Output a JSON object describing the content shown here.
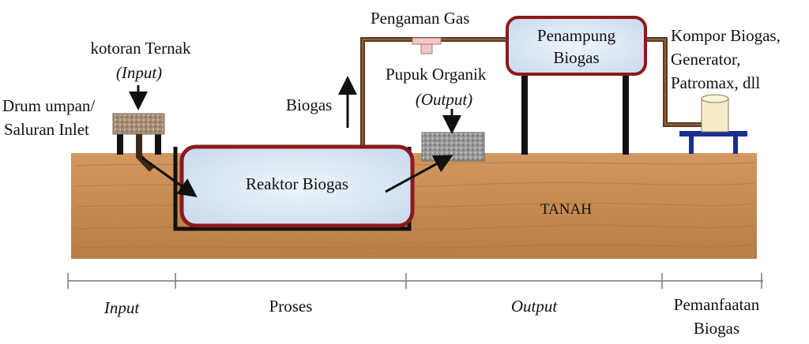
{
  "labels": {
    "kotoran": "kotoran Ternak",
    "kotoran_input": "(Input)",
    "drum_line1": "Drum umpan/",
    "drum_line2": "Saluran Inlet",
    "biogas_arrow": "Biogas",
    "pengaman": "Pengaman Gas",
    "pupuk_line1": "Pupuk Organik",
    "pupuk_output": "(Output)",
    "penampung_line1": "Penampung",
    "penampung_line2": "Biogas",
    "kompor_line1": "Kompor Biogas,",
    "kompor_line2": "Generator,",
    "kompor_line3": "Patromax, dll",
    "reaktor": "Reaktor Biogas",
    "tanah": "TANAH"
  },
  "stages": {
    "input": "Input",
    "proses": "Proses",
    "output": "Output",
    "pemanfaatan_line1": "Pemanfaatan",
    "pemanfaatan_line2": "Biogas"
  },
  "colors": {
    "soil": "#c98d55",
    "tank_border": "#8b1a1a",
    "tank_fill": "#dbe8f5",
    "pipe": "#5a3a1f",
    "stove_stand": "#1a2f8c"
  }
}
